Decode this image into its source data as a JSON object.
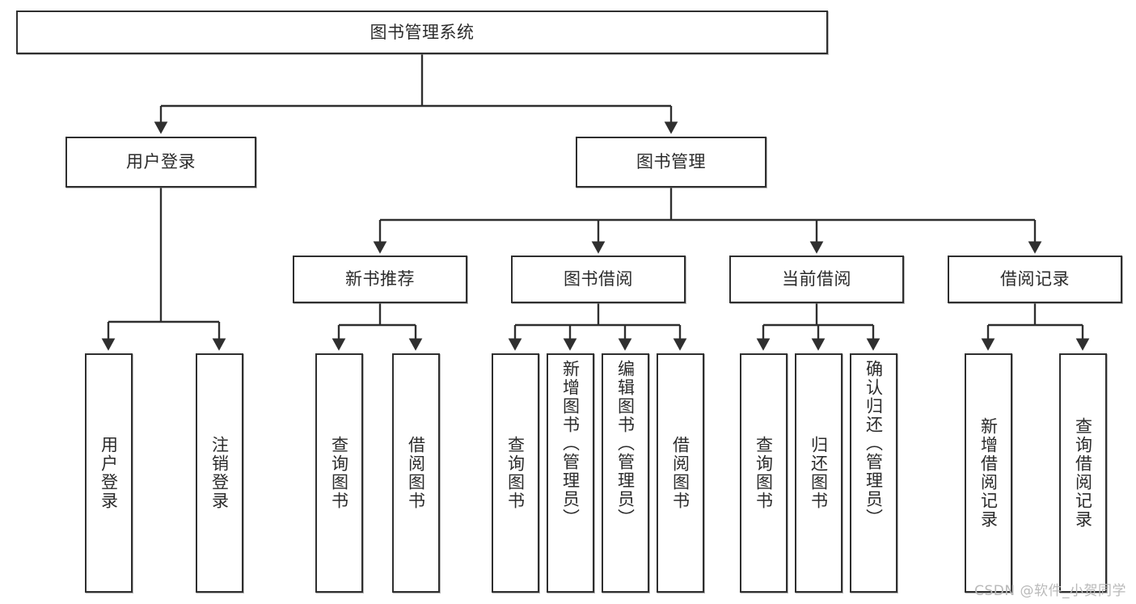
{
  "diagram": {
    "type": "tree",
    "title": "图书管理系统",
    "watermark": "CSDN @软件_小贺同学",
    "colors": {
      "node_border": "#2f2f2f",
      "node_fill": "#ffffff",
      "edge": "#2f2f2f",
      "text": "#2b2b2b",
      "watermark": "#b9b9b9",
      "background": "#ffffff"
    },
    "nodes": {
      "root": {
        "label": "图书管理系统"
      },
      "level2": [
        {
          "id": "user-login",
          "label": "用户登录"
        },
        {
          "id": "book-manage",
          "label": "图书管理"
        }
      ],
      "level3": [
        {
          "id": "new-book-recommend",
          "label": "新书推荐"
        },
        {
          "id": "book-borrow",
          "label": "图书借阅"
        },
        {
          "id": "current-borrow",
          "label": "当前借阅"
        },
        {
          "id": "borrow-record",
          "label": "借阅记录"
        }
      ],
      "leaves": {
        "user_login": [
          {
            "id": "leaf-user-login",
            "label": "用户登录"
          },
          {
            "id": "leaf-logout-login",
            "label": "注销登录"
          }
        ],
        "new_book_recommend": [
          {
            "id": "leaf-query-book-1",
            "label": "查询图书"
          },
          {
            "id": "leaf-borrow-book-1",
            "label": "借阅图书"
          }
        ],
        "book_borrow": [
          {
            "id": "leaf-query-book-2",
            "label": "查询图书"
          },
          {
            "id": "leaf-add-book",
            "label": "新增图书（管理员）"
          },
          {
            "id": "leaf-edit-book",
            "label": "编辑图书（管理员）"
          },
          {
            "id": "leaf-borrow-book-2",
            "label": "借阅图书"
          }
        ],
        "current_borrow": [
          {
            "id": "leaf-query-book-3",
            "label": "查询图书"
          },
          {
            "id": "leaf-return-book",
            "label": "归还图书"
          },
          {
            "id": "leaf-confirm-return",
            "label": "确认归还（管理员）"
          }
        ],
        "borrow_record": [
          {
            "id": "leaf-add-record",
            "label": "新增借阅记录"
          },
          {
            "id": "leaf-query-record",
            "label": "查询借阅记录"
          }
        ]
      }
    }
  }
}
